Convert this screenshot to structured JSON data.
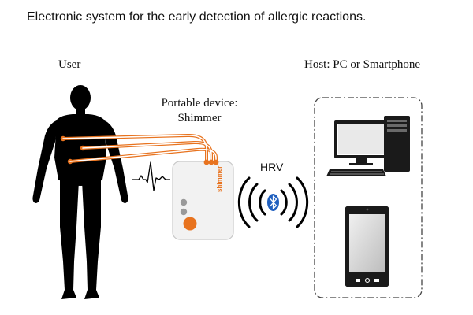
{
  "title": "Electronic system for the early detection of allergic reactions.",
  "user": {
    "label": "User"
  },
  "host": {
    "label": "Host: PC or Smartphone"
  },
  "device": {
    "label_line1": "Portable device:",
    "label_line2": "Shimmer",
    "brand": "shimmer"
  },
  "link": {
    "label": "HRV"
  },
  "colors": {
    "silhouette": "#000000",
    "accent": "#e8731f",
    "bluetooth": "#1f5fbf",
    "device_body": "#f2f2f2"
  },
  "icons": [
    "human-silhouette-icon",
    "ecg-waveform-icon",
    "shimmer-device-icon",
    "bluetooth-icon",
    "signal-waves-icon",
    "desktop-pc-icon",
    "smartphone-icon"
  ]
}
